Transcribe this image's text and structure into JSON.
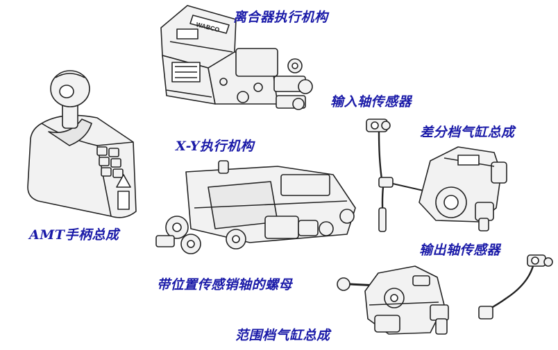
{
  "colors": {
    "label": "#1a1aa8",
    "line": "#222222",
    "fill": "#f2f2f2"
  },
  "labels": {
    "clutch_actuator": "离合器执行机构",
    "input_shaft_sensor": "输入轴传感器",
    "differential_cylinder": "差分档气缸总成",
    "xy_actuator": "X-Y执行机构",
    "amt_handle": "AMT手柄总成",
    "output_shaft_sensor": "输出轴传感器",
    "nut_with_position_sensor": "带位置传感销轴的螺母",
    "range_cylinder": "范围档气缸总成"
  },
  "parts": [
    {
      "name": "clutch-actuator-drawing",
      "text": "WABCO"
    },
    {
      "name": "amt-handle-drawing"
    },
    {
      "name": "xy-actuator-drawing"
    },
    {
      "name": "input-shaft-sensor-drawing"
    },
    {
      "name": "differential-cylinder-drawing"
    },
    {
      "name": "output-shaft-sensor-drawing"
    },
    {
      "name": "range-cylinder-drawing"
    }
  ]
}
